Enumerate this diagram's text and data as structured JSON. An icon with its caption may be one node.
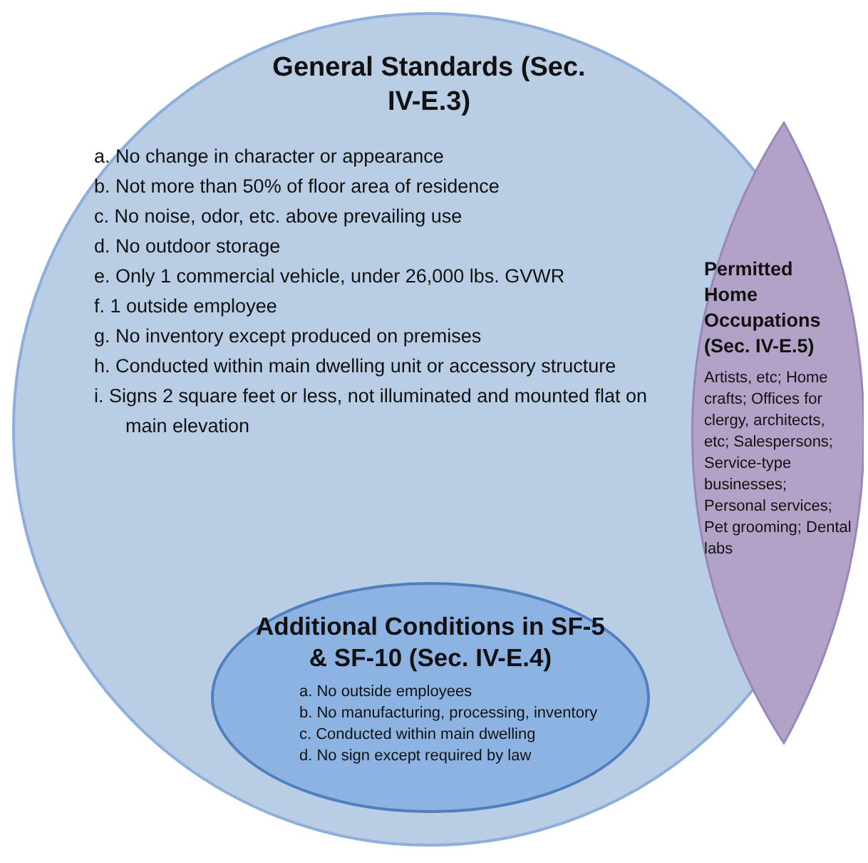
{
  "diagram": {
    "nodes": [
      {
        "text": [
          "General Standards (Sec. IV-E.3)",
          "a. No change in character or appearance",
          "b. Not more than 50% of floor area of residence",
          "c. No noise, odor, etc. above prevailing use",
          "d. No outdoor storage",
          "e. Only 1 commercial vehicle, under 26,000 lbs. GVWR",
          "f. 1 outside employee",
          "g. No inventory except produced on premises",
          "h. Conducted within main dwelling unit or accessory structure",
          "i. Signs 2 square feet or less, not illuminated and mounted flat on main elevation"
        ]
      },
      {
        "text": [
          "Permitted Home Occupations (Sec. IV-E.5)",
          "Artists, etc; Home crafts; Offices for clergy, architects, etc; Salespersons; Service-type businesses; Personal services; Pet grooming; Dental labs"
        ]
      },
      {
        "text": [
          "Additional Conditions in SF-5 & SF-10 (Sec. IV-E.4)",
          "a. No outside employees",
          "b. No manufacturing, processing, inventory",
          "c. Conducted within main dwelling",
          "d. No sign except required by law"
        ],
        "in": 0
      }
    ]
  }
}
